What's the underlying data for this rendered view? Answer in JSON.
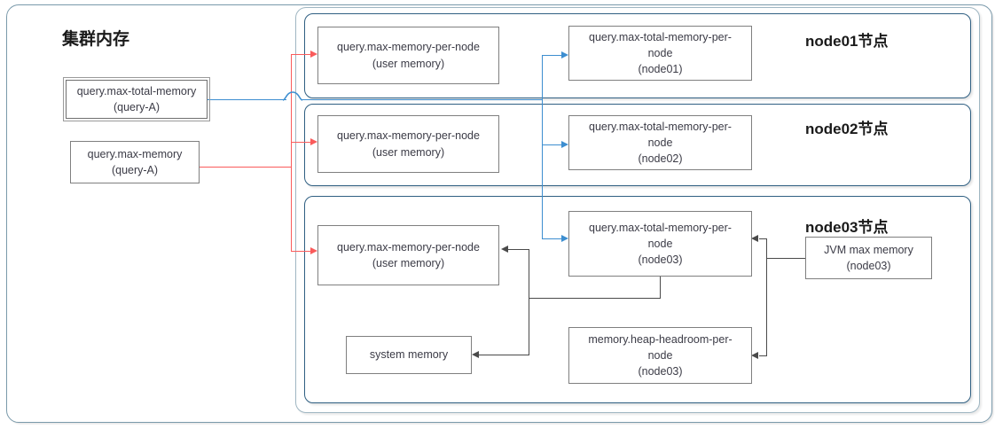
{
  "diagram": {
    "title": "集群内存",
    "cluster_panel_label": "集群内存",
    "nodes": [
      {
        "id": "node01",
        "title": "node01节点"
      },
      {
        "id": "node02",
        "title": "node02节点"
      },
      {
        "id": "node03",
        "title": "node03节点"
      }
    ],
    "boxes": {
      "query_max_total_memory": {
        "line1": "query.max-total-memory",
        "line2": "(query-A)",
        "selected": true
      },
      "query_max_memory": {
        "line1": "query.max-memory",
        "line2": "(query-A)",
        "selected": false
      },
      "node01_per_node": {
        "line1": "query.max-memory-per-node",
        "line2": "(user memory)"
      },
      "node01_total_per_node": {
        "line1": "query.max-total-memory-per-",
        "line2": "node",
        "line3": "(node01)"
      },
      "node02_per_node": {
        "line1": "query.max-memory-per-node",
        "line2": "(user memory)"
      },
      "node02_total_per_node": {
        "line1": "query.max-total-memory-per-",
        "line2": "node",
        "line3": "(node02)"
      },
      "node03_per_node": {
        "line1": "query.max-memory-per-node",
        "line2": "(user memory)"
      },
      "node03_total_per_node": {
        "line1": "query.max-total-memory-per-",
        "line2": "node",
        "line3": "(node03)"
      },
      "node03_jvm_max_memory": {
        "line1": "JVM max memory",
        "line2": "(node03)"
      },
      "node03_heap_headroom": {
        "line1": "memory.heap-headroom-per-",
        "line2": "node",
        "line3": "(node03)"
      },
      "node03_system_memory": {
        "line1": "system memory",
        "line2": ""
      }
    },
    "colors": {
      "red_edge": "#fa5b5b",
      "blue_edge": "#3d8ed0",
      "black_edge": "#4a4a4a",
      "box_border": "#7f7f7f",
      "shell_border": "#5b7f94",
      "node_shell_border": "#2f5f82",
      "text": "#3b3b46",
      "background": "#ffffff"
    },
    "edges": [
      {
        "from": "query_max_total_memory",
        "to": "node01_total_per_node",
        "color": "#3d8ed0"
      },
      {
        "from": "query_max_total_memory",
        "to": "node02_total_per_node",
        "color": "#3d8ed0"
      },
      {
        "from": "query_max_total_memory",
        "to": "node03_total_per_node",
        "color": "#3d8ed0"
      },
      {
        "from": "query_max_memory",
        "to": "node01_per_node",
        "color": "#fa5b5b"
      },
      {
        "from": "query_max_memory",
        "to": "node02_per_node",
        "color": "#fa5b5b"
      },
      {
        "from": "query_max_memory",
        "to": "node03_per_node",
        "color": "#fa5b5b"
      },
      {
        "from": "node03_total_per_node",
        "to": "node03_per_node",
        "color": "#4a4a4a"
      },
      {
        "from": "node03_total_per_node",
        "to": "node03_system_memory",
        "color": "#4a4a4a"
      },
      {
        "from": "node03_jvm_max_memory",
        "to": "node03_total_per_node",
        "color": "#4a4a4a"
      },
      {
        "from": "node03_jvm_max_memory",
        "to": "node03_heap_headroom",
        "color": "#4a4a4a"
      }
    ]
  }
}
